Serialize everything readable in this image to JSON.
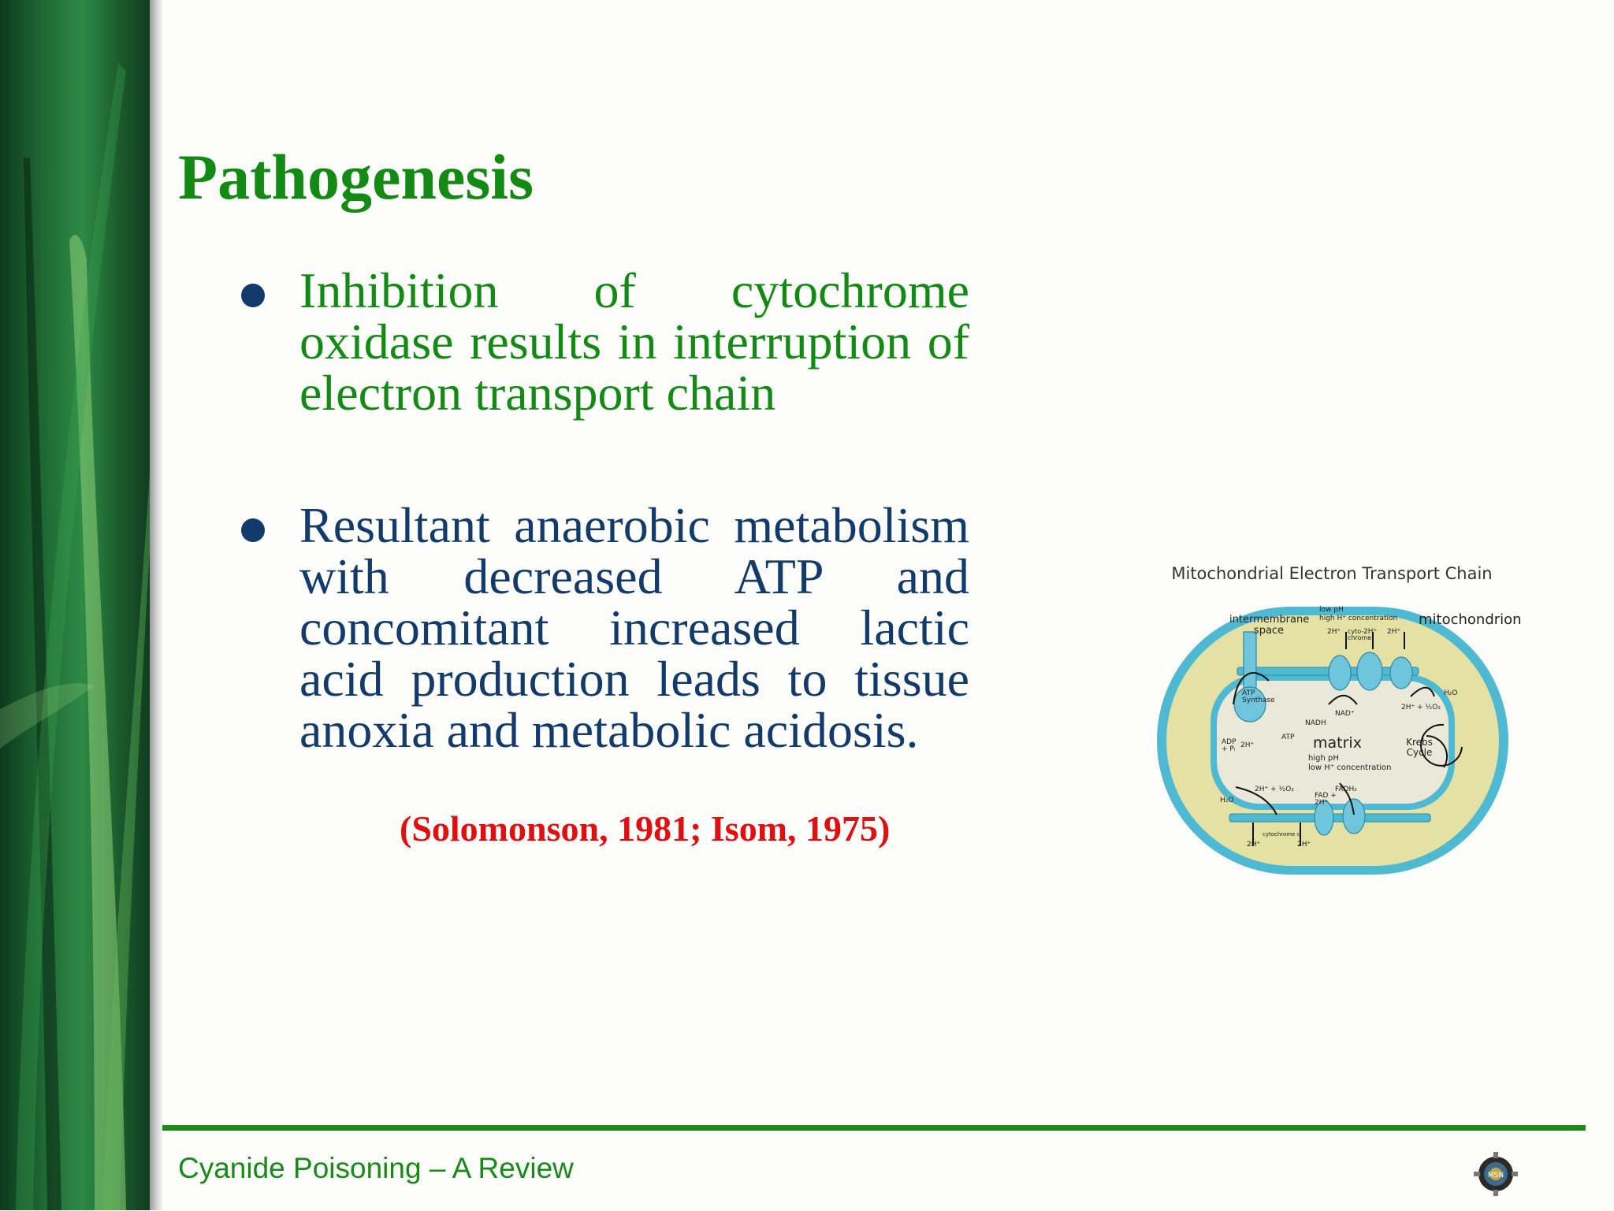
{
  "slide": {
    "title": "Pathogenesis",
    "bullets": [
      {
        "text": "Inhibition of cytochrome oxidase results in interruption of electron transport chain"
      },
      {
        "text": "Resultant anaerobic metabolism with decreased ATP and concomitant increased lactic acid production leads to tissue anoxia and metabolic acidosis."
      }
    ],
    "citation": "(Solomonson, 1981; Isom, 1975)"
  },
  "figure": {
    "title": "Mitochondrial Electron Transport Chain",
    "labels": {
      "mitochondrion": "mitochondrion",
      "intermembrane_space": "intermembrane space",
      "low_ph": "low pH",
      "high_h": "high H⁺ concentration",
      "cyto_chrome": "cyto-chrome",
      "atp_synthase": "ATP Synthase",
      "matrix": "matrix",
      "high_ph": "high pH",
      "low_h": "low H⁺ concentration",
      "krebs_cycle": "Krebs Cycle",
      "nadh": "NADH",
      "nad": "NAD⁺",
      "fadh2": "FADH₂",
      "fad": "FAD + 2H⁺",
      "atp": "ATP",
      "adp": "ADP + Pᵢ",
      "two_h_top_1": "2H⁺",
      "two_h_top_2": "2H⁺",
      "two_h_top_3": "2H⁺",
      "two_h_o2_top": "2H⁺ + ½O₂",
      "h2o_top": "H₂O",
      "two_h_matrix": "2H⁺",
      "two_h_o2_bottom": "2H⁺ + ½O₂",
      "h2o_bottom": "H₂O",
      "two_h_bottom_1": "2H⁺",
      "two_h_bottom_2": "2H⁺",
      "cytochrome_c": "cytochrome c"
    }
  },
  "footer": {
    "text": "Cyanide Poisoning – A Review",
    "logo_text": "MSN"
  },
  "colors": {
    "title_green": "#138a13",
    "navy": "#123a6a",
    "citation_red": "#e01010",
    "footer_green": "#1c8a1c",
    "membrane_blue": "#4fb9d2",
    "membrane_fill": "#e3e1a4"
  }
}
